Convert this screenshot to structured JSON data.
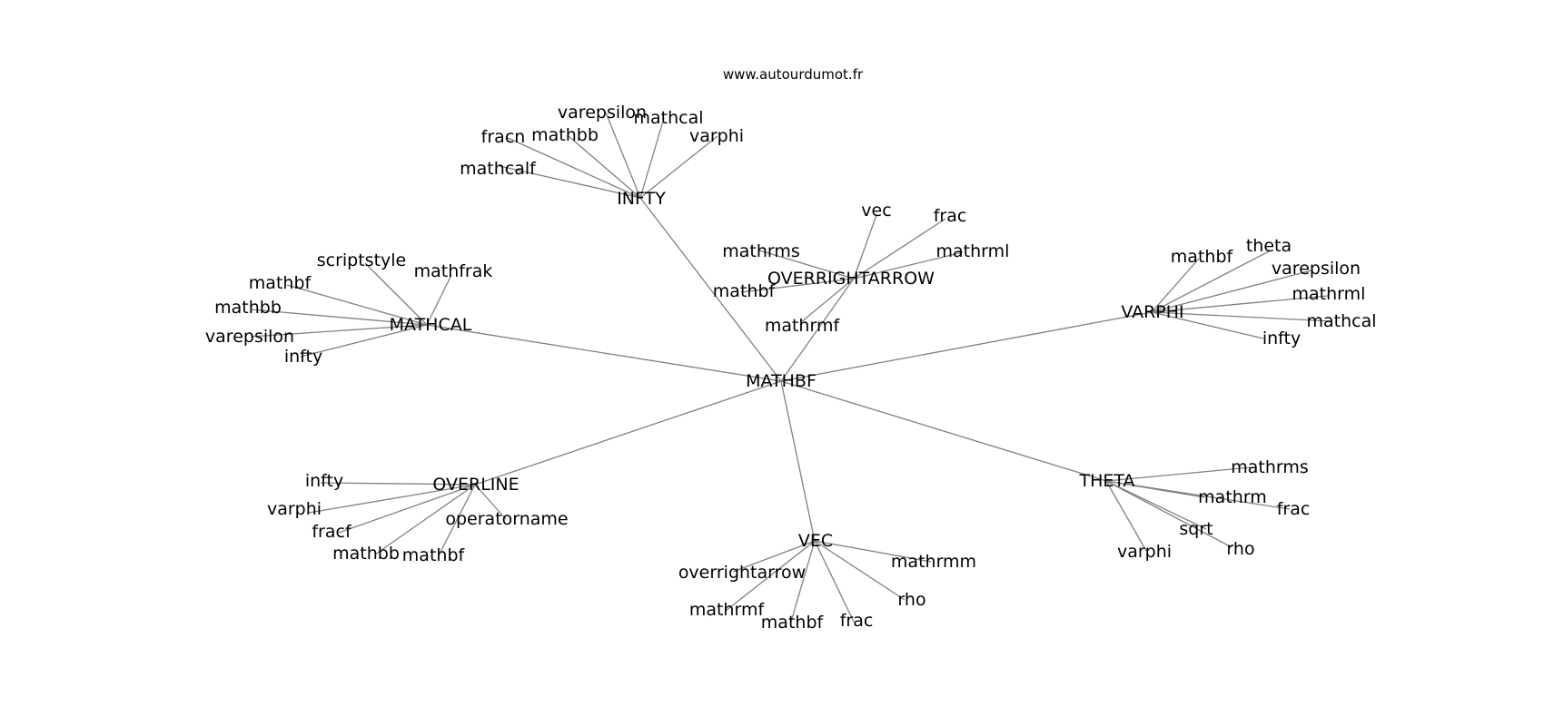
{
  "source": {
    "text": "www.autourdumot.fr"
  },
  "edge_color": "#808080",
  "text_color": "#000000",
  "graph": {
    "center": "MATHBF",
    "hubs": [
      {
        "label": "INFTY",
        "leaves": [
          "mathcalf",
          "fracn",
          "mathbb",
          "varepsilon",
          "mathcal",
          "varphi"
        ]
      },
      {
        "label": "OVERRIGHTARROW",
        "leaves": [
          "vec",
          "frac",
          "mathrms",
          "mathrml",
          "mathbf",
          "mathrmf"
        ]
      },
      {
        "label": "MATHCAL",
        "leaves": [
          "scriptstyle",
          "mathfrak",
          "mathbf",
          "mathbb",
          "varepsilon",
          "infty"
        ]
      },
      {
        "label": "VARPHI",
        "leaves": [
          "mathbf",
          "theta",
          "varepsilon",
          "mathrml",
          "mathcal",
          "infty"
        ]
      },
      {
        "label": "OVERLINE",
        "leaves": [
          "infty",
          "varphi",
          "fracf",
          "mathbb",
          "mathbf",
          "operatorname"
        ]
      },
      {
        "label": "VEC",
        "leaves": [
          "overrightarrow",
          "mathrmf",
          "mathbf",
          "frac",
          "rho",
          "mathrmm"
        ]
      },
      {
        "label": "THETA",
        "leaves": [
          "mathrms",
          "mathrm",
          "frac",
          "sqrt",
          "rho",
          "varphi"
        ]
      }
    ]
  }
}
